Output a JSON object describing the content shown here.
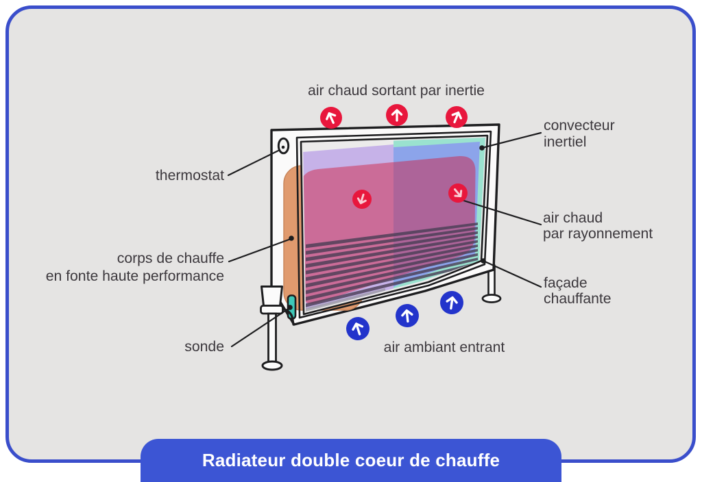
{
  "scene": {
    "background_color": "#ffffff",
    "panel_bg": "#e5e4e3",
    "panel_border": "#3a4ecb"
  },
  "title_banner": {
    "label": "Radiateur double coeur de chauffe",
    "bg": "#3c55d4",
    "text_color": "#ffffff"
  },
  "annotations": {
    "air_out": "air chaud sortant par inertie",
    "thermostat": "thermostat",
    "corps": [
      "corps de chauffe",
      "en fonte haute performance"
    ],
    "sonde": "sonde",
    "convecteur": [
      "convecteur",
      "inertiel"
    ],
    "rayonnement": [
      "air chaud",
      "par rayonnement"
    ],
    "facade": [
      "façade",
      "chauffante"
    ],
    "air_in": "air ambiant entrant"
  },
  "colors": {
    "panel_bg": "#e5e4e3",
    "panel_border": "#3a4ecb",
    "banner_bg": "#3c55d4",
    "hot_red": "#e8173d",
    "cool_blue": "#2334cb",
    "teal": "#9ae2cf",
    "lavender": "#c6b2e8",
    "periwinkle": "#8ca4ea",
    "pink": "#d02040",
    "orange": "#e09a6e",
    "fins": "#4b3e55",
    "sonde_teal": "#3ec8b8",
    "outline": "#1d1d1f",
    "label_text": "#3c383d",
    "face_white": "#ecebeb"
  }
}
